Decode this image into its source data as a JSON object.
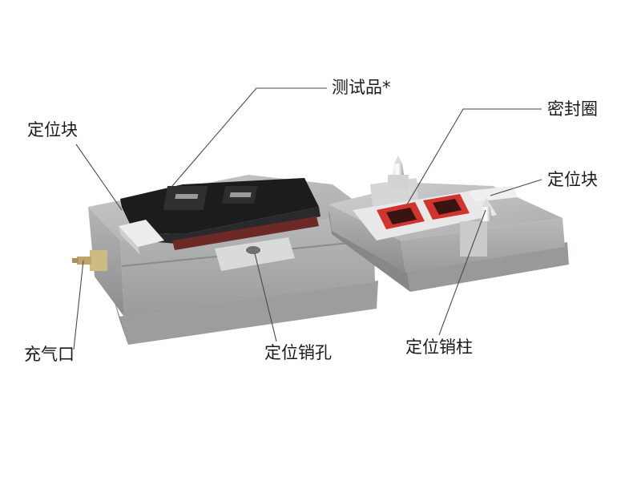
{
  "labels": {
    "test_sample": "测试品*",
    "positioning_block_left": "定位块",
    "sealing_ring": "密封圈",
    "positioning_block_right": "定位块",
    "inflation_port": "充气口",
    "positioning_pin_hole": "定位销孔",
    "positioning_pin": "定位销柱"
  },
  "colors": {
    "body_gray": "#a9aaac",
    "body_dark": "#8a8b8d",
    "sample_black": "#1c1c1e",
    "seal_red": "#d0342c",
    "leader_line": "#4a4a4a"
  }
}
